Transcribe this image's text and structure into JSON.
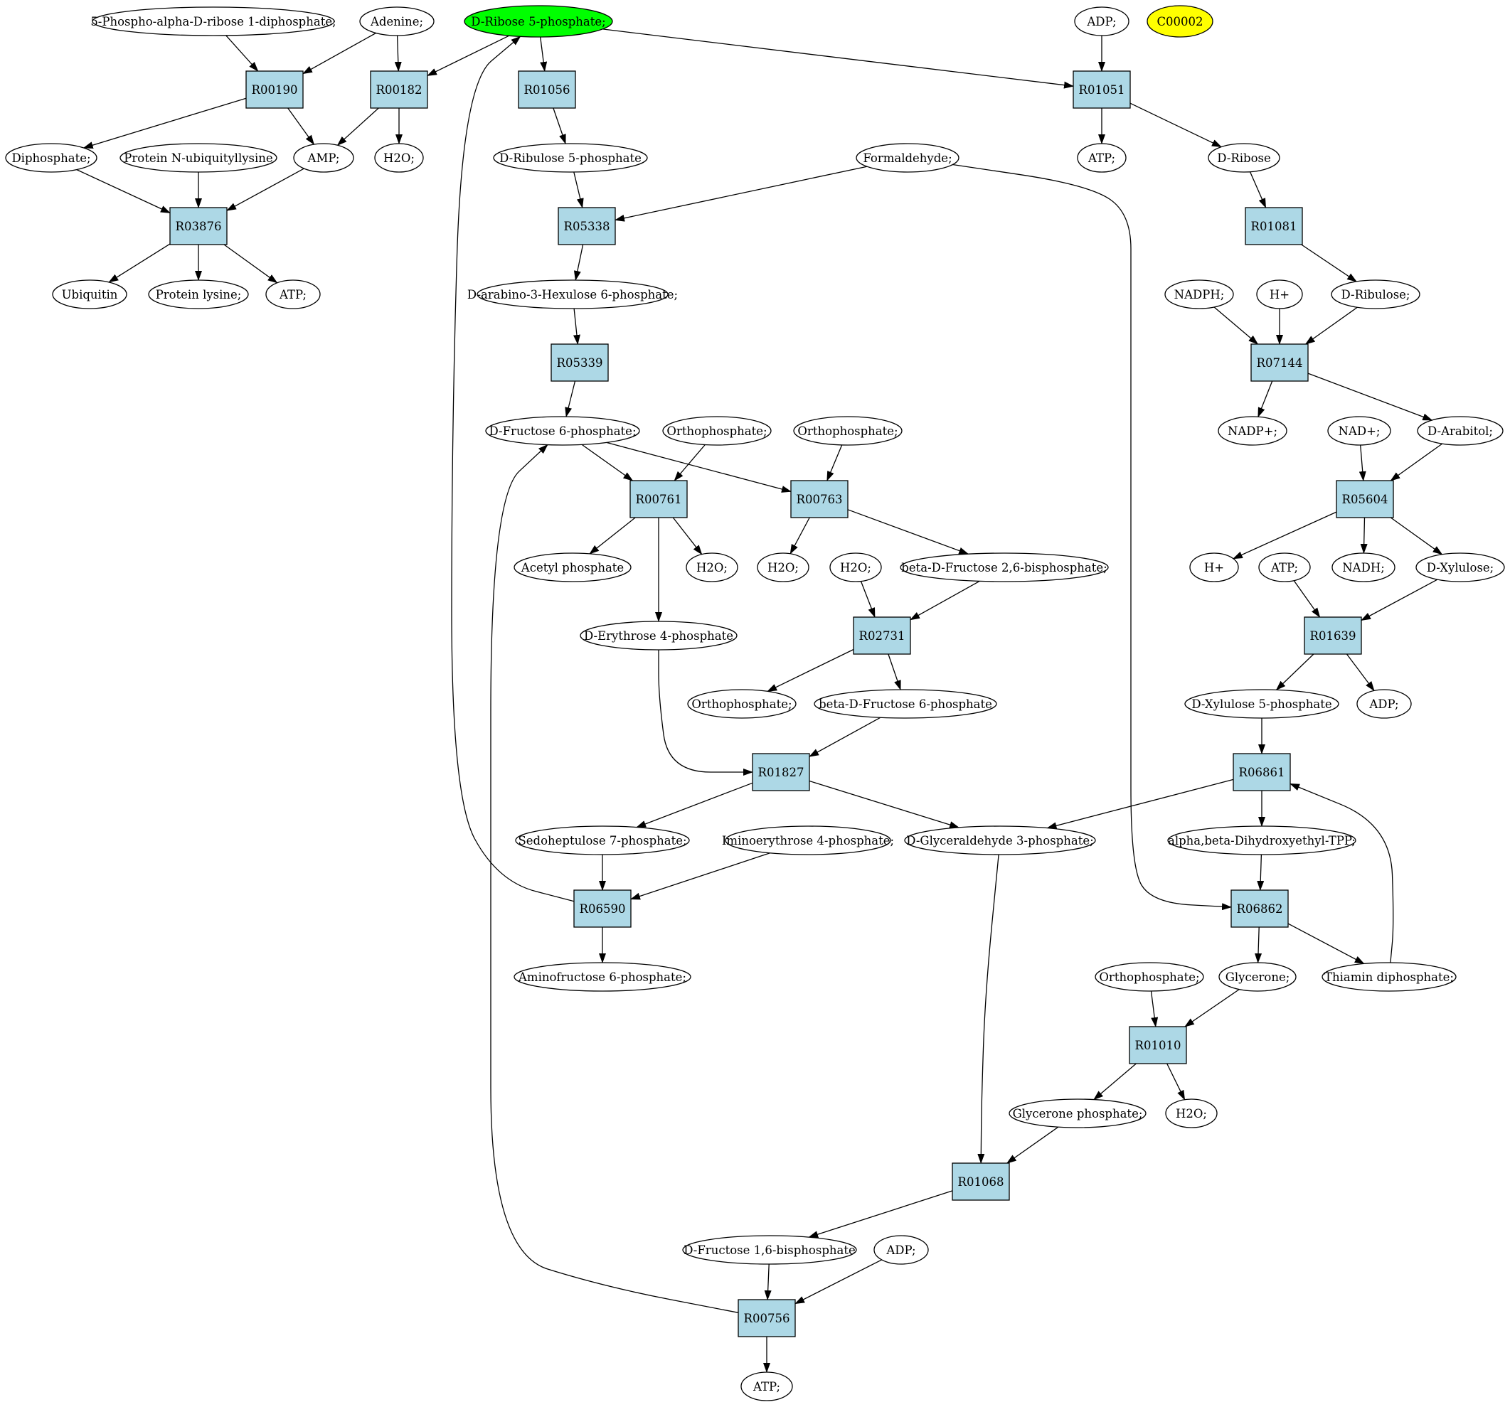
{
  "colors": {
    "compound_fill": "#ffffff",
    "reaction_fill": "#add8e6",
    "highlight_fill": "#00ff00",
    "query_fill": "#ffff00",
    "stroke": "#000000"
  },
  "nodes": [
    {
      "id": "c_prpp",
      "kind": "compound",
      "label": "5-Phospho-alpha-D-ribose 1-diphosphate;"
    },
    {
      "id": "c_adenine",
      "kind": "compound",
      "label": "Adenine;"
    },
    {
      "id": "c_r5p",
      "kind": "compound",
      "label": "D-Ribose 5-phosphate;",
      "fill": "highlight"
    },
    {
      "id": "c_adp1",
      "kind": "compound",
      "label": "ADP;"
    },
    {
      "id": "c_c00002",
      "kind": "compound",
      "label": "C00002",
      "fill": "query"
    },
    {
      "id": "r_R00190",
      "kind": "reaction",
      "label": "R00190"
    },
    {
      "id": "r_R00182",
      "kind": "reaction",
      "label": "R00182"
    },
    {
      "id": "r_R01056",
      "kind": "reaction",
      "label": "R01056"
    },
    {
      "id": "r_R01051",
      "kind": "reaction",
      "label": "R01051"
    },
    {
      "id": "c_diphosphate",
      "kind": "compound",
      "label": "Diphosphate;"
    },
    {
      "id": "c_pnul",
      "kind": "compound",
      "label": "Protein N-ubiquityllysine"
    },
    {
      "id": "c_amp",
      "kind": "compound",
      "label": "AMP;"
    },
    {
      "id": "c_h2o1",
      "kind": "compound",
      "label": "H2O;"
    },
    {
      "id": "c_ru5p",
      "kind": "compound",
      "label": "D-Ribulose 5-phosphate"
    },
    {
      "id": "c_formaldehyde",
      "kind": "compound",
      "label": "Formaldehyde;"
    },
    {
      "id": "c_atp1",
      "kind": "compound",
      "label": "ATP;"
    },
    {
      "id": "c_dribose",
      "kind": "compound",
      "label": "D-Ribose"
    },
    {
      "id": "r_R03876",
      "kind": "reaction",
      "label": "R03876"
    },
    {
      "id": "r_R05338",
      "kind": "reaction",
      "label": "R05338"
    },
    {
      "id": "r_R01081",
      "kind": "reaction",
      "label": "R01081"
    },
    {
      "id": "c_ubiquitin",
      "kind": "compound",
      "label": "Ubiquitin"
    },
    {
      "id": "c_protlys",
      "kind": "compound",
      "label": "Protein lysine;"
    },
    {
      "id": "c_atp2",
      "kind": "compound",
      "label": "ATP;"
    },
    {
      "id": "c_hex6p",
      "kind": "compound",
      "label": "D-arabino-3-Hexulose 6-phosphate;"
    },
    {
      "id": "c_nadph",
      "kind": "compound",
      "label": "NADPH;"
    },
    {
      "id": "c_hplus1",
      "kind": "compound",
      "label": "H+"
    },
    {
      "id": "c_dribulose",
      "kind": "compound",
      "label": "D-Ribulose;"
    },
    {
      "id": "r_R05339",
      "kind": "reaction",
      "label": "R05339"
    },
    {
      "id": "r_R07144",
      "kind": "reaction",
      "label": "R07144"
    },
    {
      "id": "c_f6p",
      "kind": "compound",
      "label": "D-Fructose 6-phosphate;"
    },
    {
      "id": "c_ortho1",
      "kind": "compound",
      "label": "Orthophosphate;"
    },
    {
      "id": "c_ortho2",
      "kind": "compound",
      "label": "Orthophosphate;"
    },
    {
      "id": "c_nadp",
      "kind": "compound",
      "label": "NADP+;"
    },
    {
      "id": "c_nad",
      "kind": "compound",
      "label": "NAD+;"
    },
    {
      "id": "c_arabitol",
      "kind": "compound",
      "label": "D-Arabitol;"
    },
    {
      "id": "r_R00761",
      "kind": "reaction",
      "label": "R00761"
    },
    {
      "id": "r_R00763",
      "kind": "reaction",
      "label": "R00763"
    },
    {
      "id": "r_R05604",
      "kind": "reaction",
      "label": "R05604"
    },
    {
      "id": "c_acetylp",
      "kind": "compound",
      "label": "Acetyl phosphate"
    },
    {
      "id": "c_h2o2",
      "kind": "compound",
      "label": "H2O;"
    },
    {
      "id": "c_h2o3",
      "kind": "compound",
      "label": "H2O;"
    },
    {
      "id": "c_h2o4",
      "kind": "compound",
      "label": "H2O;"
    },
    {
      "id": "c_f26bp",
      "kind": "compound",
      "label": "beta-D-Fructose 2,6-bisphosphate;"
    },
    {
      "id": "c_hplus2",
      "kind": "compound",
      "label": "H+"
    },
    {
      "id": "c_atp3",
      "kind": "compound",
      "label": "ATP;"
    },
    {
      "id": "c_nadh",
      "kind": "compound",
      "label": "NADH;"
    },
    {
      "id": "c_xylulose",
      "kind": "compound",
      "label": "D-Xylulose;"
    },
    {
      "id": "c_e4p",
      "kind": "compound",
      "label": "D-Erythrose 4-phosphate"
    },
    {
      "id": "r_R02731",
      "kind": "reaction",
      "label": "R02731"
    },
    {
      "id": "r_R01639",
      "kind": "reaction",
      "label": "R01639"
    },
    {
      "id": "c_ortho3",
      "kind": "compound",
      "label": "Orthophosphate;"
    },
    {
      "id": "c_bf6p",
      "kind": "compound",
      "label": "beta-D-Fructose 6-phosphate"
    },
    {
      "id": "c_x5p",
      "kind": "compound",
      "label": "D-Xylulose 5-phosphate"
    },
    {
      "id": "c_adp2",
      "kind": "compound",
      "label": "ADP;"
    },
    {
      "id": "r_R01827",
      "kind": "reaction",
      "label": "R01827"
    },
    {
      "id": "r_R06861",
      "kind": "reaction",
      "label": "R06861"
    },
    {
      "id": "c_s7p",
      "kind": "compound",
      "label": "Sedoheptulose 7-phosphate;"
    },
    {
      "id": "c_iminoe4p",
      "kind": "compound",
      "label": "Iminoerythrose 4-phosphate;"
    },
    {
      "id": "c_g3p",
      "kind": "compound",
      "label": "D-Glyceraldehyde 3-phosphate;"
    },
    {
      "id": "c_dhetpp",
      "kind": "compound",
      "label": "alpha,beta-Dihydroxyethyl-TPP;"
    },
    {
      "id": "r_R06590",
      "kind": "reaction",
      "label": "R06590"
    },
    {
      "id": "r_R06862",
      "kind": "reaction",
      "label": "R06862"
    },
    {
      "id": "c_aminof6p",
      "kind": "compound",
      "label": "Aminofructose 6-phosphate;"
    },
    {
      "id": "c_ortho4",
      "kind": "compound",
      "label": "Orthophosphate;"
    },
    {
      "id": "c_glycerone",
      "kind": "compound",
      "label": "Glycerone;"
    },
    {
      "id": "c_thiamin",
      "kind": "compound",
      "label": "Thiamin diphosphate;"
    },
    {
      "id": "r_R01010",
      "kind": "reaction",
      "label": "R01010"
    },
    {
      "id": "c_dhap",
      "kind": "compound",
      "label": "Glycerone phosphate;"
    },
    {
      "id": "c_h2o5",
      "kind": "compound",
      "label": "H2O;"
    },
    {
      "id": "r_R01068",
      "kind": "reaction",
      "label": "R01068"
    },
    {
      "id": "c_fbp",
      "kind": "compound",
      "label": "D-Fructose 1,6-bisphosphate"
    },
    {
      "id": "c_adp3",
      "kind": "compound",
      "label": "ADP;"
    },
    {
      "id": "r_R00756",
      "kind": "reaction",
      "label": "R00756"
    },
    {
      "id": "c_atp4",
      "kind": "compound",
      "label": "ATP;"
    }
  ]
}
